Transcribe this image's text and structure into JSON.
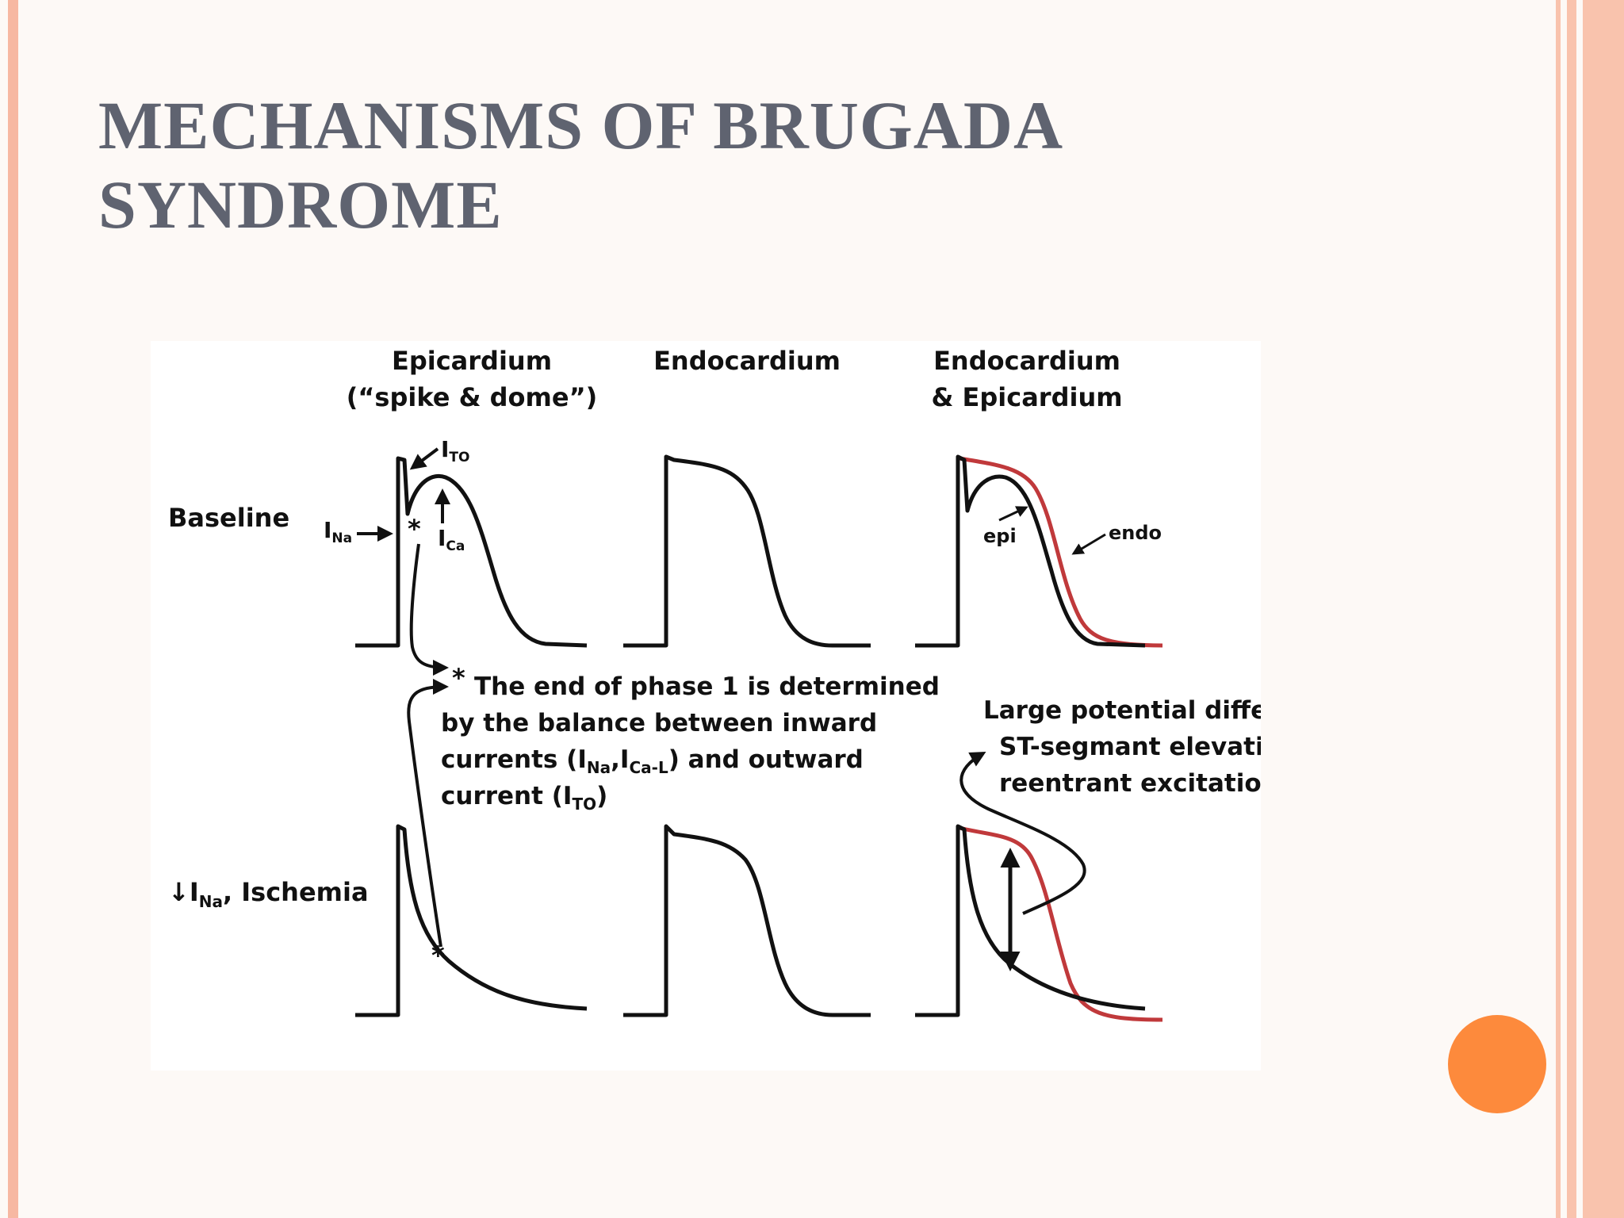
{
  "slide": {
    "title_line1": "MECHANISMS OF BRUGADA",
    "title_line2": "SYNDROME"
  },
  "figure": {
    "columns": [
      {
        "line1": "Epicardium",
        "line2": "(“spike & dome”)"
      },
      {
        "line1": "Endocardium",
        "line2": ""
      },
      {
        "line1": "Endocardium",
        "line2": "& Epicardium"
      }
    ],
    "rows": {
      "baseline": "Baseline",
      "ischemia_arrow": "↓I",
      "ischemia_sub": "Na",
      "ischemia_rest": ", Ischemia"
    },
    "currents": {
      "i": "I",
      "to_sub": "TO",
      "na_sub": "Na",
      "ca_sub": "Ca",
      "cal_sub": "Ca-L",
      "star": "*"
    },
    "curve_labels": {
      "epi": "epi",
      "endo": "endo"
    },
    "note": {
      "line1": "The end of phase 1 is determined",
      "line2": "by the balance between inward",
      "line3a": "currents (",
      "line3b": ") and outward",
      "line4a": "current (",
      "line4b": ")"
    },
    "result": {
      "line1": "Large potential difference →",
      "line2": "ST-segmant elevation and",
      "line3": "reentrant excitation"
    },
    "colors": {
      "curve": "#111111",
      "endo_curve": "#c0393b"
    }
  }
}
